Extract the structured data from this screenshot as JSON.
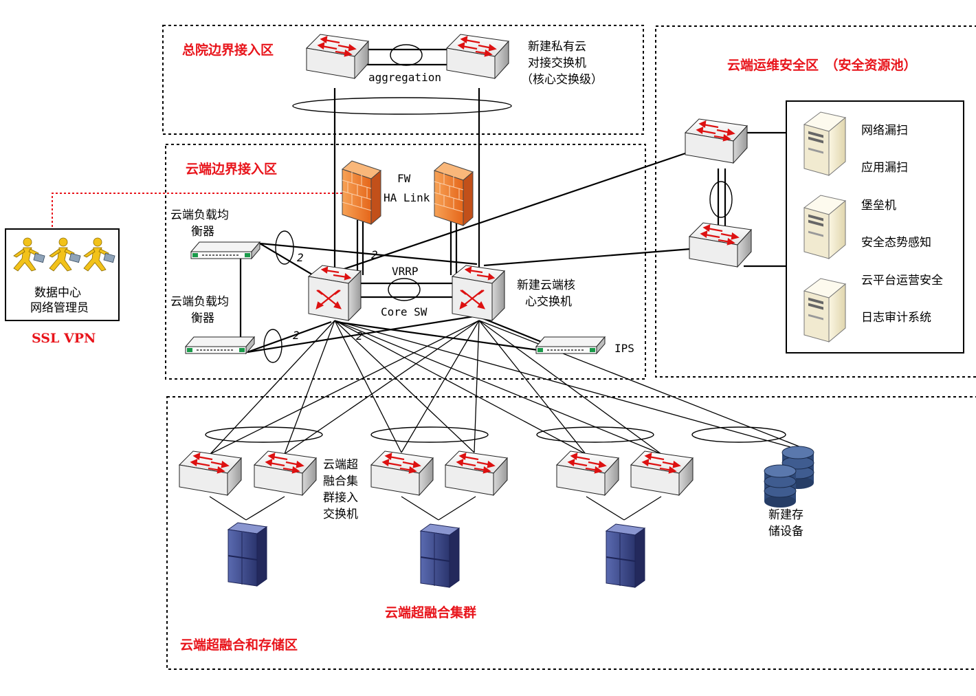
{
  "zones": {
    "hq_border": "总院边界接入区",
    "cloud_border": "云端边界接入区",
    "ops_security": "云端运维安全区　（安全资源池）",
    "hci_storage": "云端超融合和存储区"
  },
  "labels": {
    "private_cloud_switch": [
      "新建私有云",
      "对接交换机",
      "（核心交换级）"
    ],
    "aggregation": "aggregation",
    "fw": "FW",
    "ha_link": "HA Link",
    "vrrp": "VRRP",
    "core_sw": "Core SW",
    "cloud_core_switch": [
      "新建云端核",
      "心交换机"
    ],
    "load_balancer_1": [
      "云端负载均",
      "衡器"
    ],
    "load_balancer_2": [
      "云端负载均",
      "衡器"
    ],
    "ips": "IPS",
    "link_count": "2",
    "admin": [
      "数据中心",
      "网络管理员"
    ],
    "ssl_vpn": "SSL VPN",
    "hci_access_switch": [
      "云端超",
      "融合集",
      "群接入",
      "交换机"
    ],
    "hci_cluster": "云端超融合集群",
    "new_storage": [
      "新建存",
      "储设备"
    ],
    "security_services": [
      "网络漏扫",
      "应用漏扫",
      "堡垒机",
      "安全态势感知",
      "云平台运营安全",
      "日志审计系统"
    ]
  },
  "colors": {
    "zone_title": "#e8141b",
    "vpn_line": "#e8141b",
    "firewall": "#f07a2a",
    "server_blue": "#3a4a8c",
    "storage_blue": "#2f4a7a",
    "person": "#f2c21a"
  }
}
